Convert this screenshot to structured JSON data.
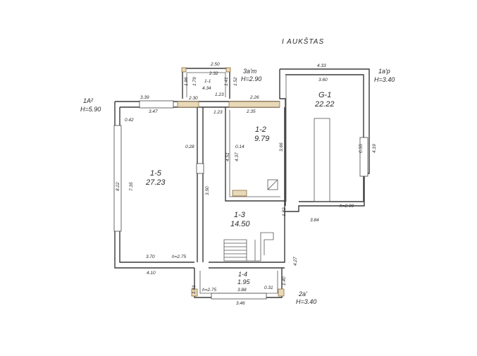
{
  "title": "I AUKŠTAS",
  "outer_labels": {
    "lit_a": "1A²",
    "lit_a_h": "H=5.90",
    "lit_3a": "3a'm",
    "lit_3a_h": "H=2.90",
    "lit_1a": "1a'p",
    "lit_1a_h": "H=3.40",
    "lit_2a": "2a'",
    "lit_2a_h": "H=3.40"
  },
  "rooms": [
    {
      "id": "1-1",
      "area": "4.34"
    },
    {
      "id": "1-2",
      "area": "9.79"
    },
    {
      "id": "1-3",
      "area": "14.50"
    },
    {
      "id": "1-4",
      "area": "1.95"
    },
    {
      "id": "1-5",
      "area": "27.23"
    },
    {
      "id": "G-1",
      "area": "22.22"
    }
  ],
  "dimensions": {
    "d_top_garage": "4.33",
    "d_garage_in": "3.60",
    "d_garage_side": "4.19",
    "d_garage_win": "0.55",
    "d_garage_h": "h=2.90",
    "d_garage_bot": "3.84",
    "d_annex_top": "2.50",
    "d_annex_in": "2.32",
    "d_annex_l": "1.96",
    "d_annex_r": "1.52",
    "d_annex_l2": "1.79",
    "d_annex_r2": "1.41",
    "d_annex_b": "1.23",
    "d_annex_b2": "2.30",
    "d_main_top": "3.39",
    "d_main_in": "3.47",
    "d_main_left": "8.22",
    "d_main_left_in": "7.35",
    "d_main_win": "0.42",
    "d_main_wall": "0.28",
    "d_main_bot_in": "3.70",
    "d_main_h": "h=2.75",
    "d_main_bot": "4.10",
    "d_1_2_top": "2.26",
    "d_1_2_in": "2.35",
    "d_1_2_r": "3.66",
    "d_1_2_l": "4.37",
    "d_1_2_l2": "4.51",
    "d_1_2_w": "0.14",
    "d_corr": "1.23",
    "d_hall_r": "1.82",
    "d_hall_l": "3.50",
    "d_1_4_r": "4.27",
    "d_2a_l": "1.41",
    "d_2a_r": "1.40",
    "d_2a_h": "h=2.75",
    "d_2a_in": "3.88",
    "d_2a_w": "0.31",
    "d_2a_bot": "3.46"
  }
}
